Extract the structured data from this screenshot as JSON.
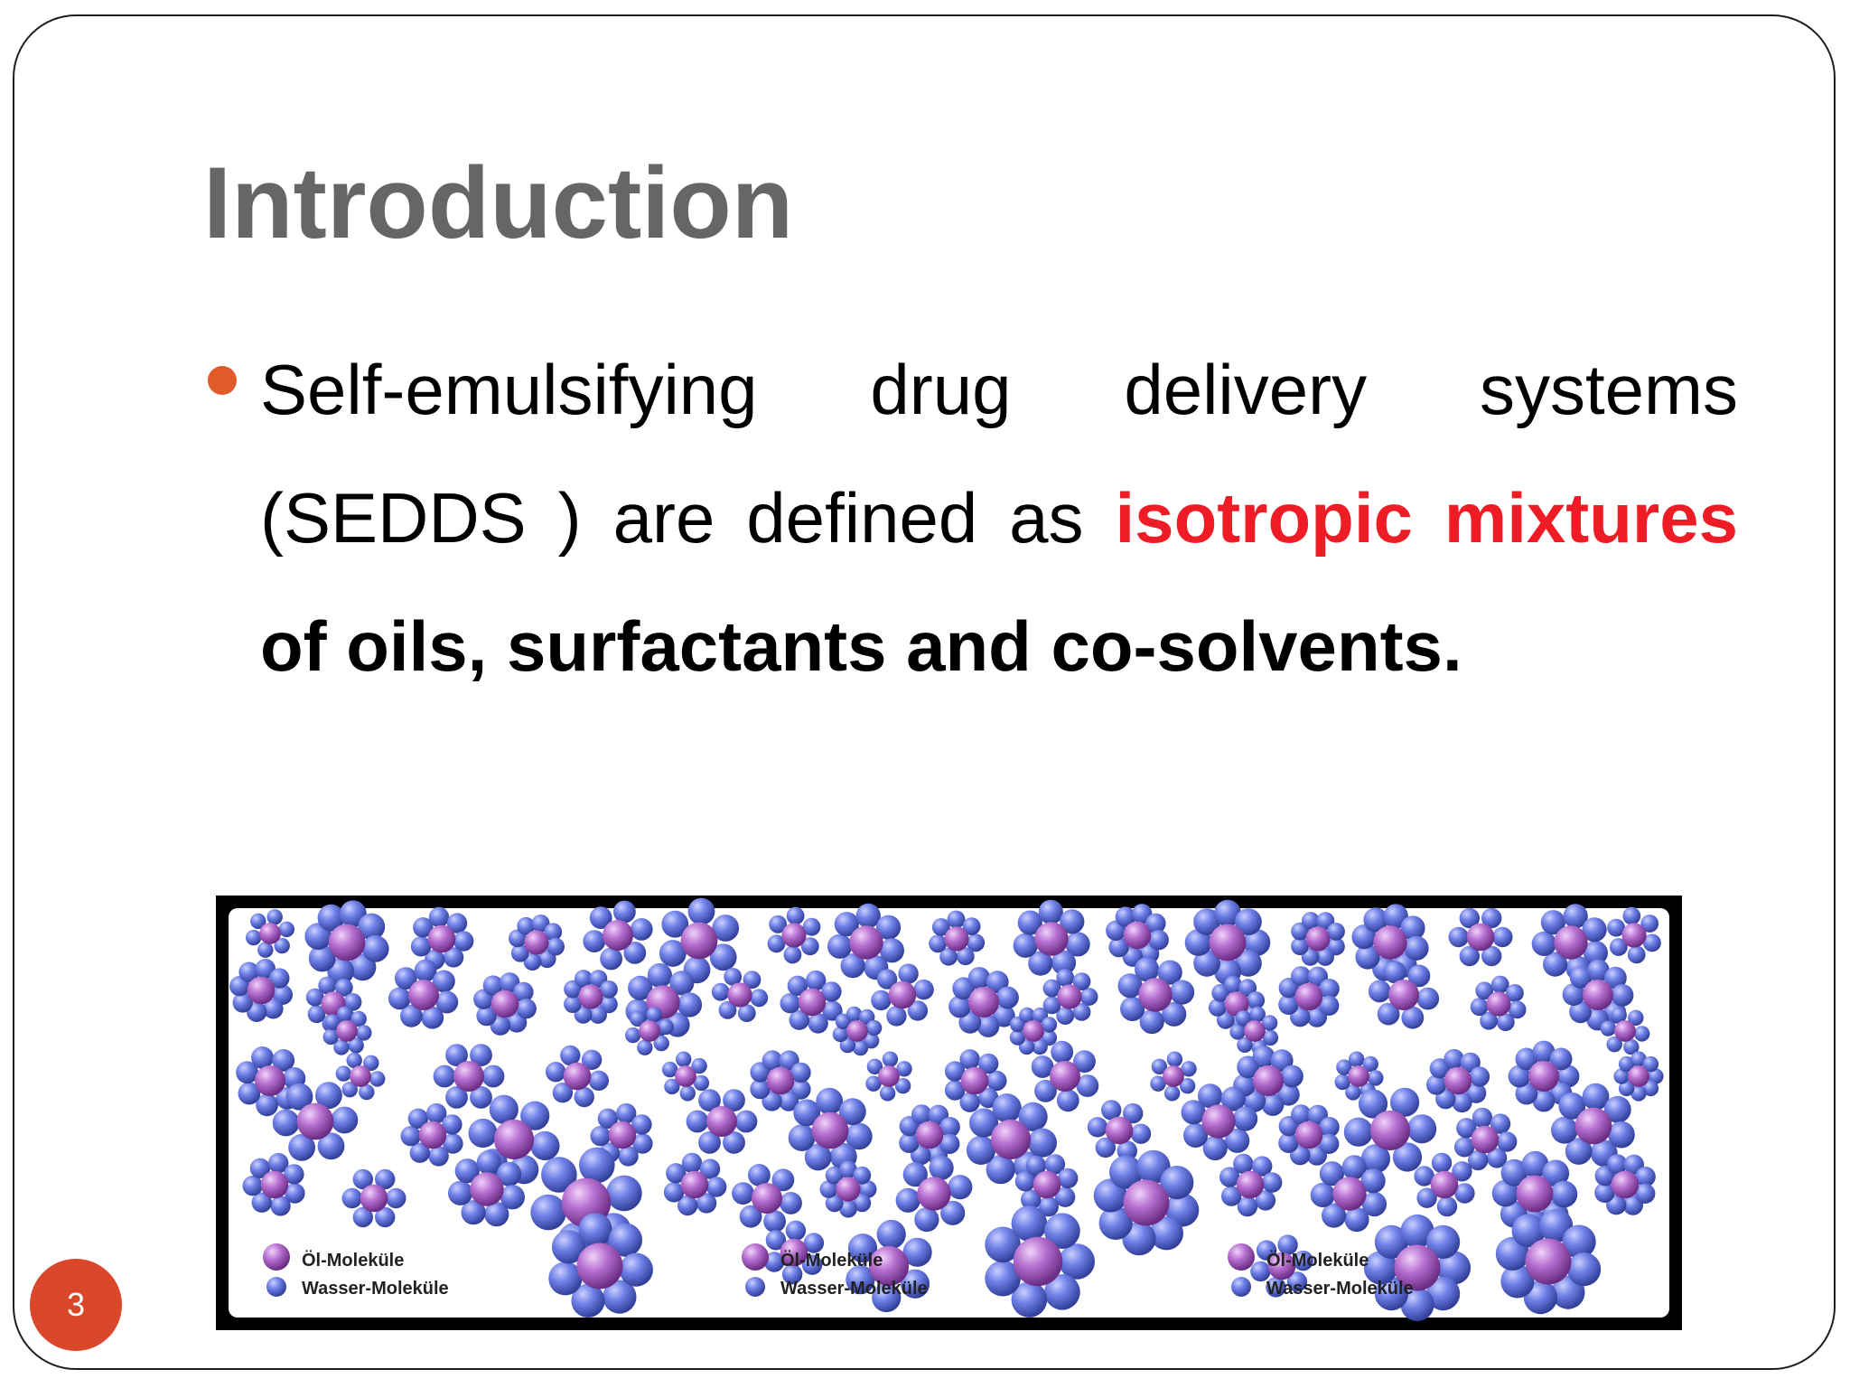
{
  "slide": {
    "title": "Introduction",
    "bullet": {
      "intro": "Self-emulsifying drug delivery systems (SEDDS ) are defined as ",
      "highlight": "isotropic mixtures",
      "bold_tail": " of oils, surfactants and co-solvents."
    },
    "figure": {
      "legend": [
        {
          "oil_label": "Öl-Moleküle",
          "water_label": "Wasser-Moleküle"
        },
        {
          "oil_label": "Öl-Moleküle",
          "water_label": "Wasser-Moleküle"
        },
        {
          "oil_label": "Öl-Moleküle",
          "water_label": "Wasser-Moleküle"
        }
      ],
      "colors": {
        "oil": "#b070c8",
        "water": "#6878e0",
        "frame": "#000000"
      }
    },
    "page_number": "3",
    "colors": {
      "title": "#666666",
      "bullet_dot": "#e05a2b",
      "highlight": "#ee1c25",
      "page_badge": "#d9462a"
    }
  }
}
